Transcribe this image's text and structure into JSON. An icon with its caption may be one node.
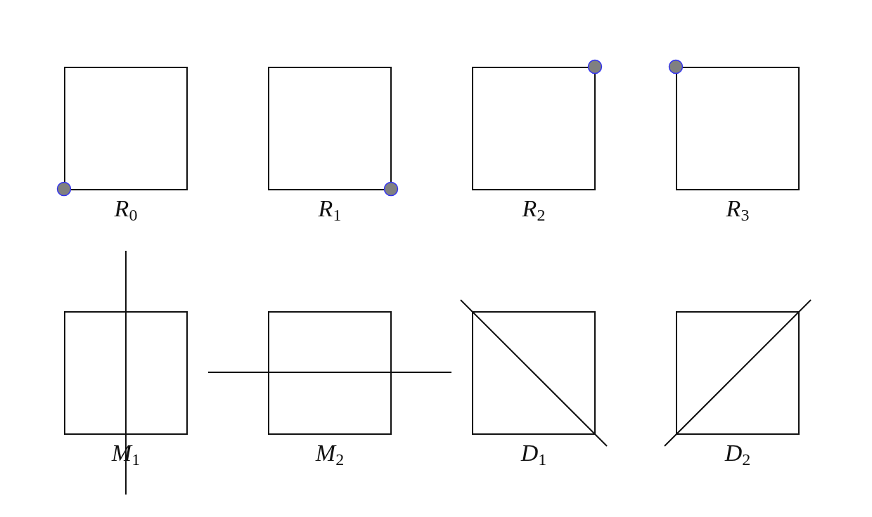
{
  "diagram": {
    "nodes": [
      {
        "text": [
          "R$_{0}$"
        ]
      },
      {
        "text": [
          "R$_{1}$"
        ]
      },
      {
        "text": [
          "R$_{2}$"
        ]
      },
      {
        "text": [
          "R$_{3}$"
        ]
      },
      {
        "text": [
          "M$_{1}$"
        ]
      },
      {
        "text": [
          "M$_{2}$"
        ]
      },
      {
        "text": [
          "D$_{1}$"
        ]
      },
      {
        "text": [
          "D$_{2}$"
        ]
      }
    ]
  }
}
